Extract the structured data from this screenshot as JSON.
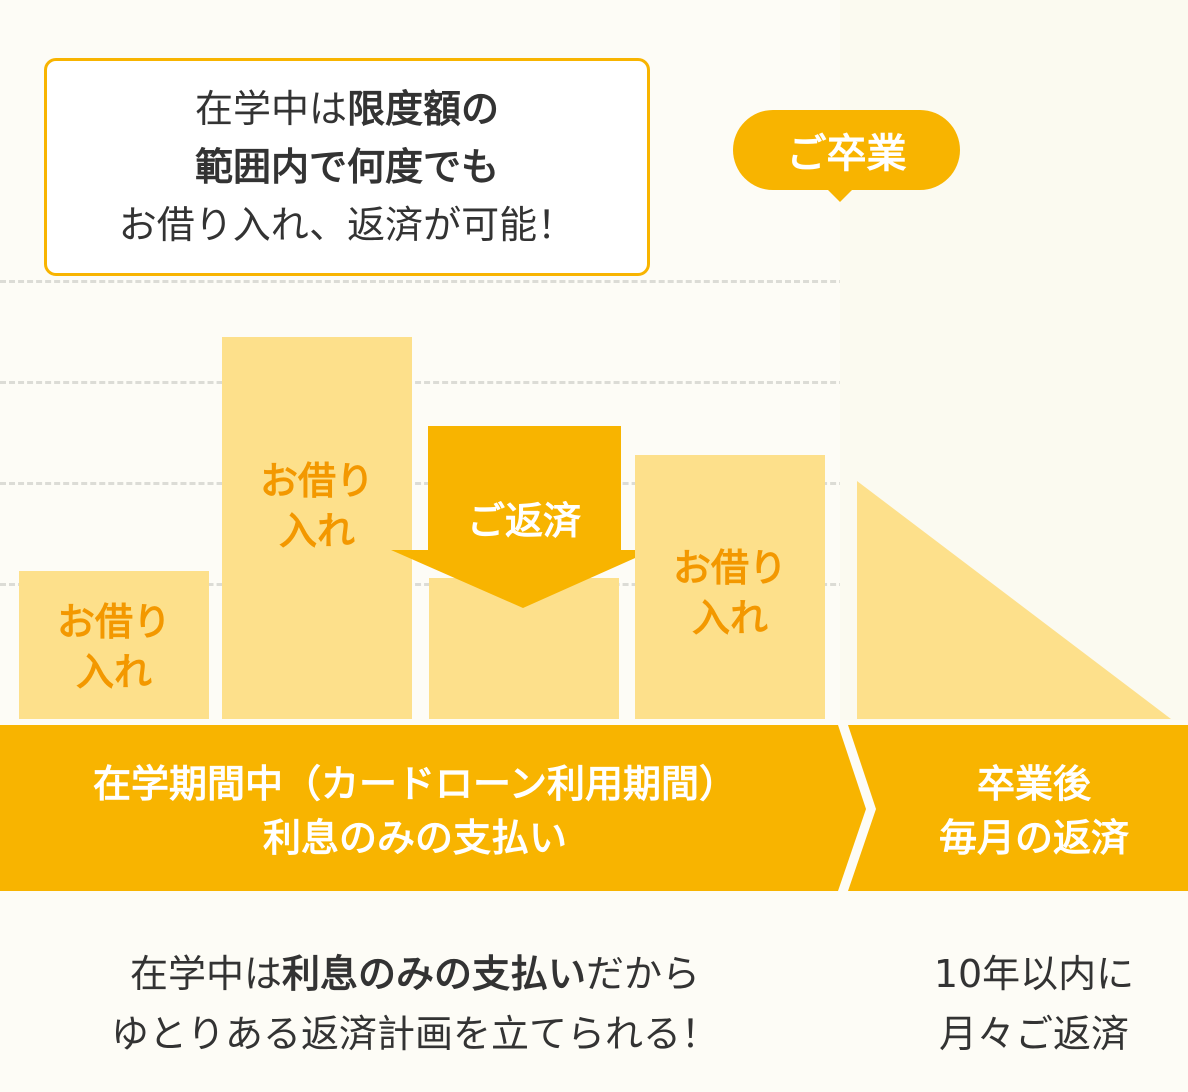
{
  "callout": {
    "line1_prefix": "在学中は",
    "line1_bold": "限度額の",
    "line2_bold": "範囲内で何度でも",
    "line3": "お借り入れ、返済が可能！"
  },
  "graduation_badge": "ご卒業",
  "bars": {
    "borrow1_line1": "お借り",
    "borrow1_line2": "入れ",
    "borrow2_line1": "お借り",
    "borrow2_line2": "入れ",
    "repay_label": "ご返済",
    "borrow3_line1": "お借り",
    "borrow3_line2": "入れ"
  },
  "band": {
    "study_line1": "在学期間中（カードローン利用期間）",
    "study_line2": "利息のみの支払い",
    "after_line1": "卒業後",
    "after_line2": "毎月の返済"
  },
  "bottom": {
    "left_line1_prefix": "在学中は",
    "left_line1_bold": "利息のみの支払い",
    "left_line1_suffix": "だから",
    "left_line2": "ゆとりある返済計画を立てられる！",
    "right_line1": "10年以内に",
    "right_line2": "月々ご返済"
  },
  "colors": {
    "accent": "#f8b400",
    "bar_fill": "#fde08b",
    "label_orange": "#f39800",
    "background": "#fdfcf6"
  }
}
